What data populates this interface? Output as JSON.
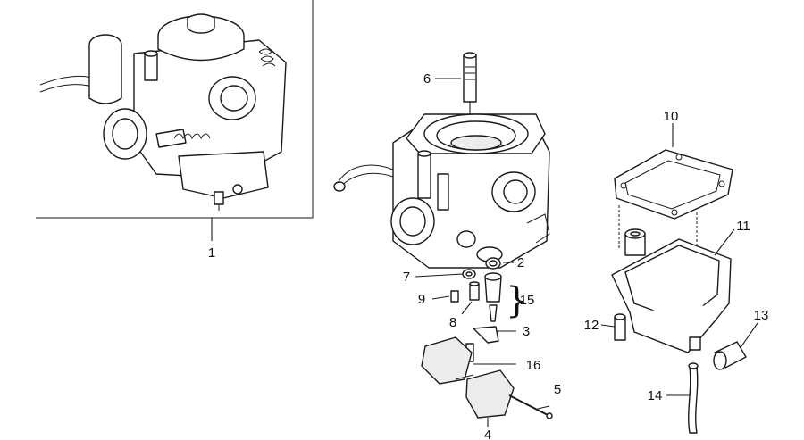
{
  "diagram": {
    "callouts": [
      {
        "id": "1",
        "text": "1"
      },
      {
        "id": "2",
        "text": "2"
      },
      {
        "id": "3",
        "text": "3"
      },
      {
        "id": "4",
        "text": "4"
      },
      {
        "id": "5",
        "text": "5"
      },
      {
        "id": "6",
        "text": "6"
      },
      {
        "id": "7",
        "text": "7"
      },
      {
        "id": "8",
        "text": "8"
      },
      {
        "id": "9",
        "text": "9"
      },
      {
        "id": "10",
        "text": "10"
      },
      {
        "id": "11",
        "text": "11"
      },
      {
        "id": "12",
        "text": "12"
      },
      {
        "id": "13",
        "text": "13"
      },
      {
        "id": "14",
        "text": "14"
      },
      {
        "id": "15",
        "text": "15"
      },
      {
        "id": "16",
        "text": "16"
      }
    ],
    "brace": "}"
  },
  "colors": {
    "line": "#1a1a1a",
    "background": "#ffffff",
    "shade": "#ececec"
  }
}
